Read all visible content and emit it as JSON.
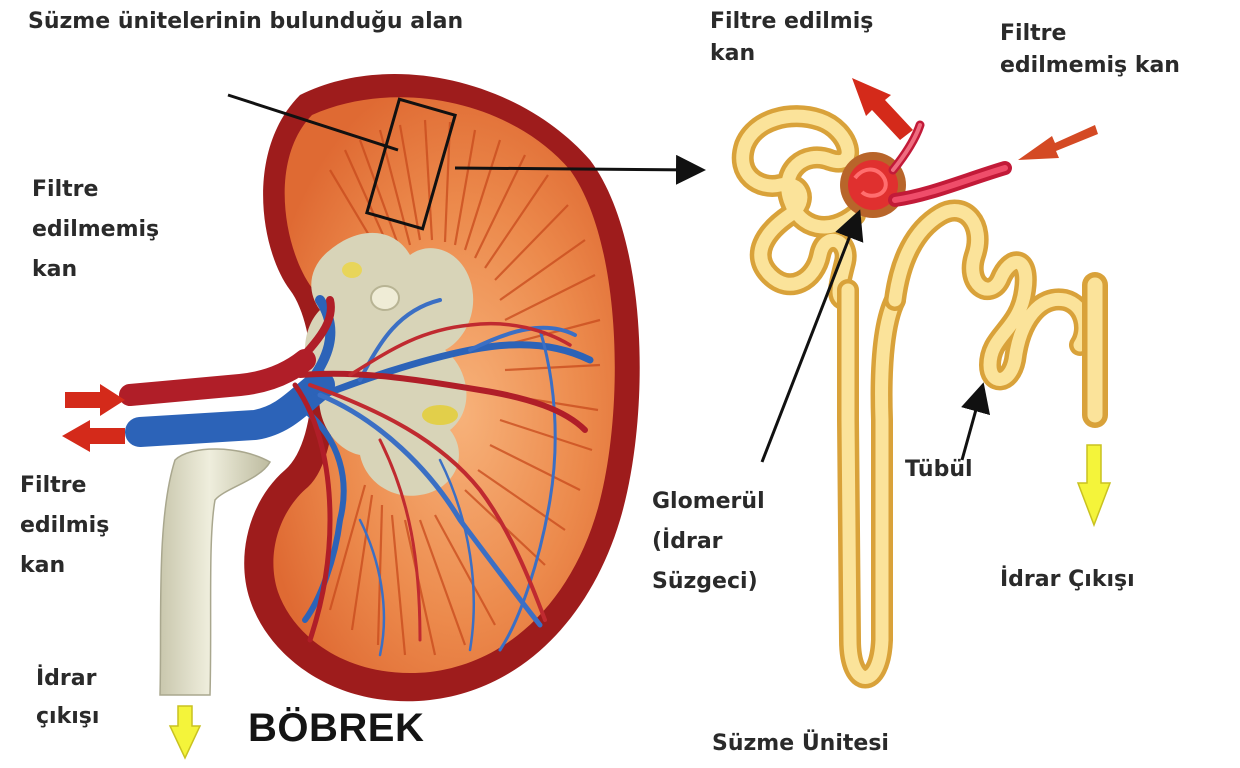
{
  "labels": {
    "filtration_area": "Süzme ünitelerinin bulunduğu alan",
    "filtered_blood_top": [
      "Filtre edilmiş",
      "kan"
    ],
    "unfiltered_blood_top": [
      "Filtre",
      "edilmemiş kan"
    ],
    "unfiltered_blood_left": [
      "Filtre",
      "edilmemiş",
      "kan"
    ],
    "filtered_blood_left": [
      "Filtre",
      "edilmiş",
      "kan"
    ],
    "urine_outlet_left": [
      "İdrar",
      "çıkışı"
    ],
    "kidney_title": "BÖBREK",
    "glomerulus": [
      "Glomerül",
      "(İdrar",
      "Süzgeci)"
    ],
    "tubule": "Tübül",
    "urine_outlet_right": "İdrar Çıkışı",
    "filtration_unit": "Süzme Ünitesi"
  },
  "colors": {
    "capsule": "#9e1c1c",
    "cortex": "#e9793f",
    "medulla_stripes": "#c84a1c",
    "sinus": "#d8d4b8",
    "artery": "#b01e28",
    "vein": "#2c63b8",
    "arrow_red": "#d42a1a",
    "arrow_yellow": "#f4f43a",
    "tubule": "#f0c766",
    "ureter": "#dddcc6"
  },
  "icons": [
    "red-arrow-icon",
    "yellow-down-arrow-icon",
    "pointer-arrow-icon"
  ]
}
